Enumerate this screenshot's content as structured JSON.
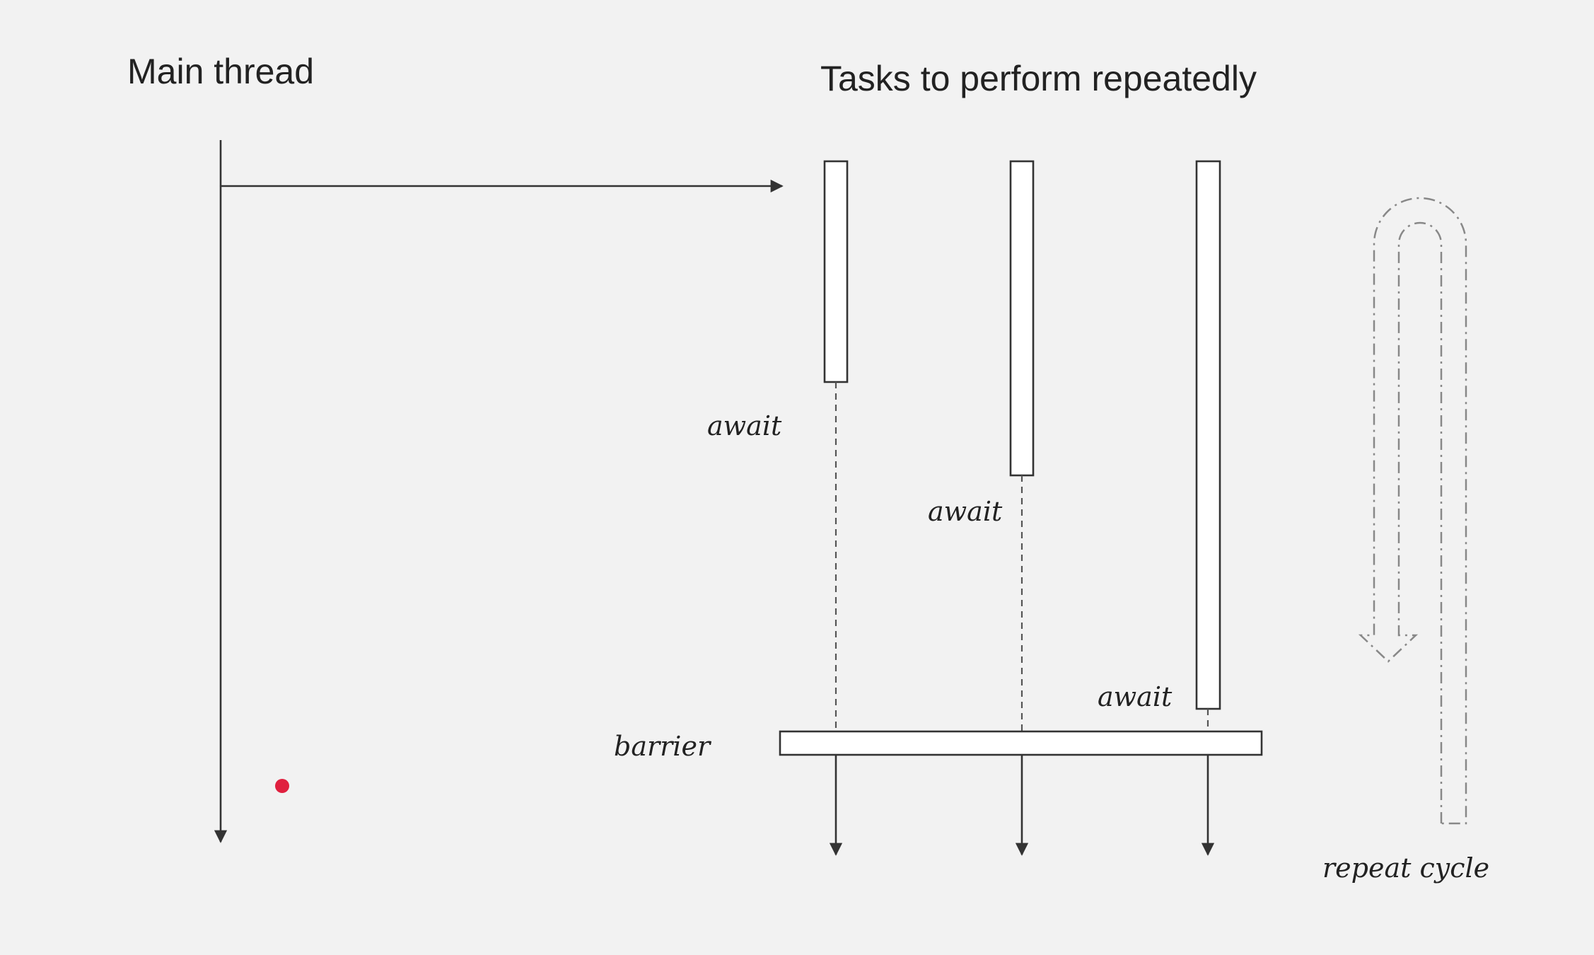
{
  "main_thread": {
    "label": "Main thread"
  },
  "tasks": {
    "label": "Tasks to perform repeatedly",
    "items": [
      {
        "await_label": "await"
      },
      {
        "await_label": "await"
      },
      {
        "await_label": "await"
      }
    ]
  },
  "barrier": {
    "label": "barrier"
  },
  "repeat": {
    "label": "repeat cycle"
  },
  "colors": {
    "background": "#f2f2f2",
    "stroke": "#333333",
    "pointer": "#e0203f"
  }
}
